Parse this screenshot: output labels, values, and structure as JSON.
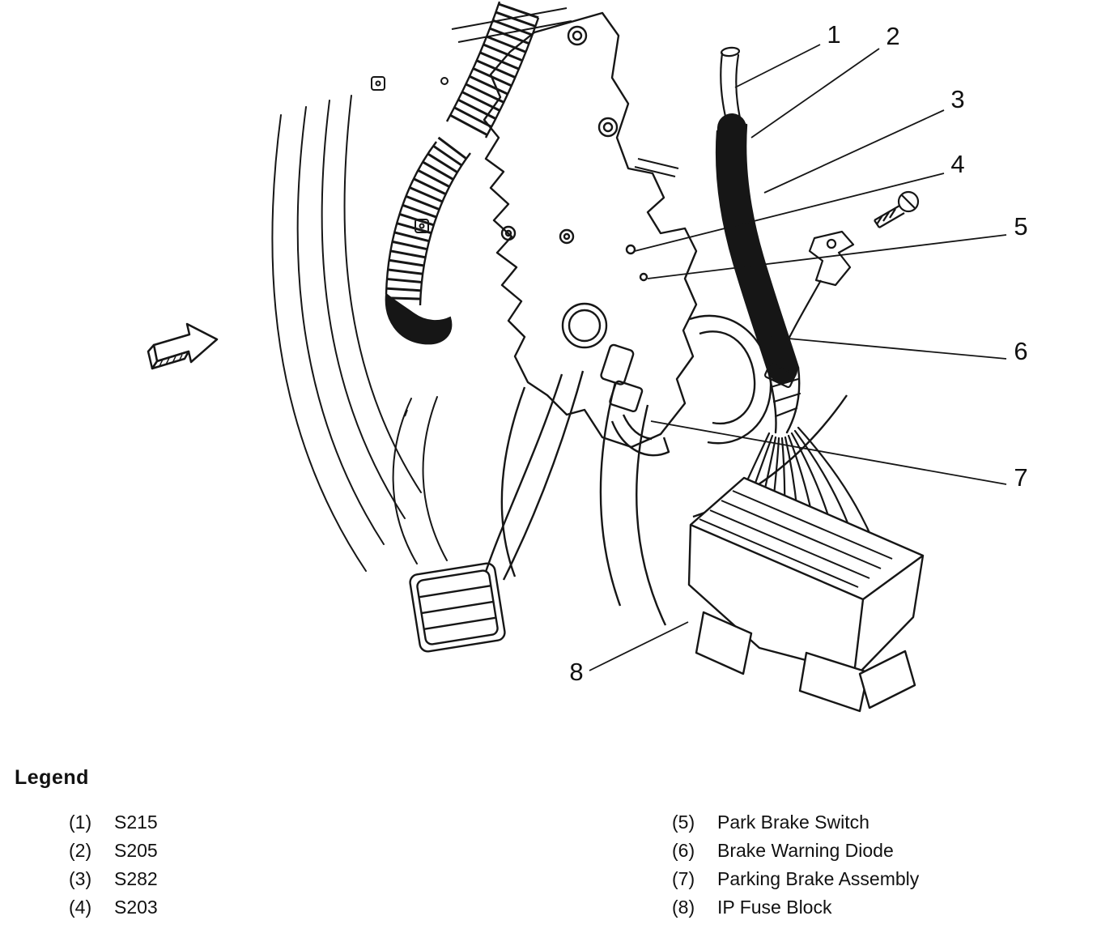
{
  "callouts": [
    {
      "label": "1"
    },
    {
      "label": "2"
    },
    {
      "label": "3"
    },
    {
      "label": "4"
    },
    {
      "label": "5"
    },
    {
      "label": "6"
    },
    {
      "label": "7"
    },
    {
      "label": "8"
    }
  ],
  "legend": {
    "title": "Legend",
    "left_items": [
      {
        "ref": "(1)",
        "label": "S215"
      },
      {
        "ref": "(2)",
        "label": "S205"
      },
      {
        "ref": "(3)",
        "label": "S282"
      },
      {
        "ref": "(4)",
        "label": "S203"
      }
    ],
    "right_items": [
      {
        "ref": "(5)",
        "label": "Park Brake Switch"
      },
      {
        "ref": "(6)",
        "label": "Brake Warning Diode"
      },
      {
        "ref": "(7)",
        "label": "Parking Brake Assembly"
      },
      {
        "ref": "(8)",
        "label": "IP Fuse Block"
      }
    ]
  }
}
